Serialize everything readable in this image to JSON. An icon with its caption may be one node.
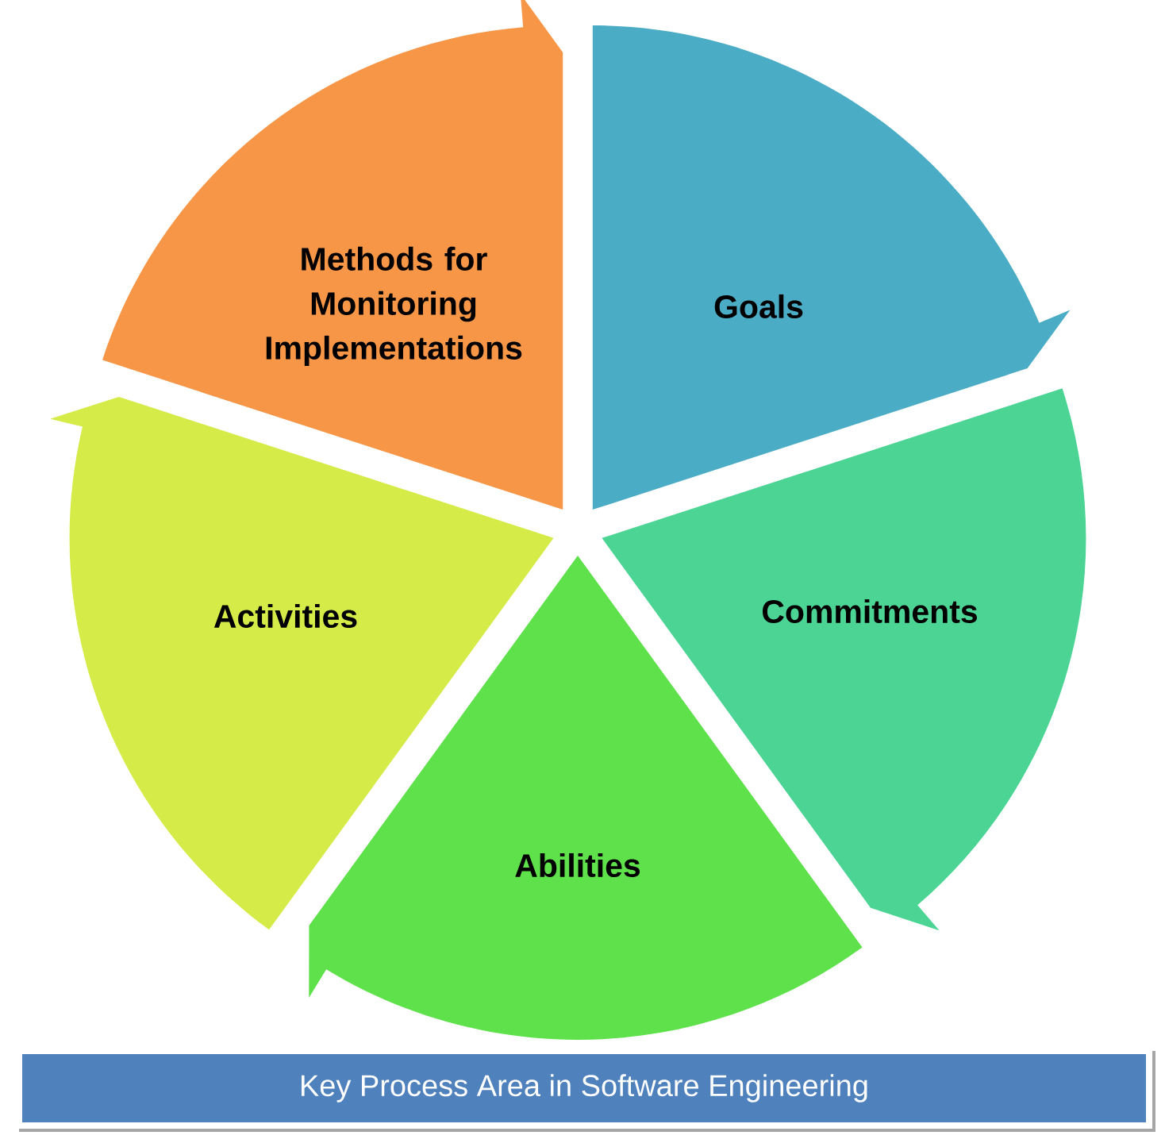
{
  "diagram": {
    "caption": "Key Process Area in Software Engineering",
    "nodes": [
      {
        "text": [
          "Goals"
        ]
      },
      {
        "text": [
          "Commitments"
        ]
      },
      {
        "text": [
          "Abilities"
        ]
      },
      {
        "text": [
          "Activities"
        ]
      },
      {
        "text": [
          "Methods for Monitoring Implementations"
        ]
      }
    ]
  }
}
